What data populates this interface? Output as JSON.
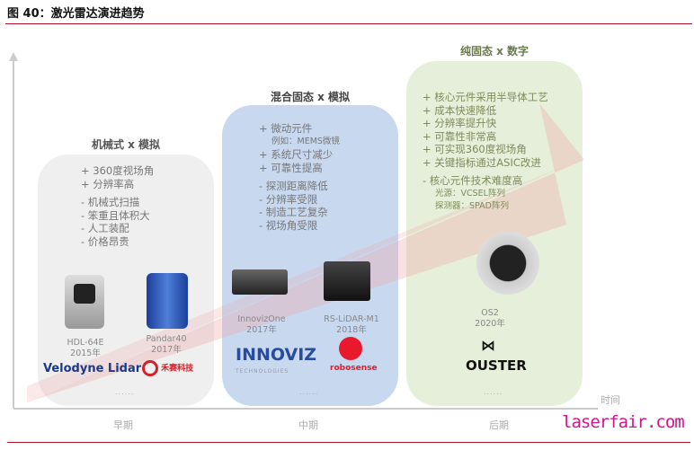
{
  "title": "图 40：激光雷达演进趋势",
  "stages": [
    {
      "heading": "机械式 x 模拟",
      "pros": [
        "+ 360度视场角",
        "+ 分辨率高"
      ],
      "cons": [
        "- 机械式扫描",
        "- 笨重且体积大",
        "- 人工装配",
        "- 价格昂贵"
      ],
      "products": [
        {
          "name": "HDL-64E",
          "year": "2015年"
        },
        {
          "name": "Pandar40",
          "year": "2017年"
        }
      ],
      "logos": [
        "Velodyne Lidar",
        "禾赛科技"
      ],
      "more": "......"
    },
    {
      "heading": "混合固态 x 模拟",
      "pros": [
        "+ 微动元件"
      ],
      "pros_note": "例如：MEMS微镜",
      "pros2": [
        "+ 系统尺寸减少",
        "+ 可靠性提高"
      ],
      "cons": [
        "- 探测距离降低",
        "- 分辨率受限",
        "- 制造工艺复杂",
        "- 视场角受限"
      ],
      "products": [
        {
          "name": "InnovizOne",
          "year": "2017年"
        },
        {
          "name": "RS-LiDAR-M1",
          "year": "2018年"
        }
      ],
      "logos": [
        "INNOVIZ",
        "TECHNOLOGIES",
        "robosense"
      ],
      "more": "......"
    },
    {
      "heading": "纯固态 x 数字",
      "pros": [
        "+ 核心元件采用半导体工艺",
        "+ 成本快速降低",
        "+ 分辨率提升快",
        "+ 可靠性非常高",
        "+ 可实现360度视场角",
        "+ 关键指标通过ASIC改进"
      ],
      "cons": [
        "- 核心元件技术难度高"
      ],
      "cons_notes": [
        "光源：VCSEL阵列",
        "探测器：SPAD阵列"
      ],
      "products": [
        {
          "name": "OS2",
          "year": "2020年"
        }
      ],
      "logos": [
        "OUSTER"
      ],
      "more": "......"
    }
  ],
  "axis": {
    "labels": [
      "早期",
      "中期",
      "后期",
      "时间"
    ]
  },
  "watermark": "laserfair.com",
  "colors": {
    "accent": "#b3112a",
    "panel1": "#efefef",
    "panel2": "#c7d8ef",
    "panel3": "#e6efd9",
    "arrow": "#f3c6c6"
  }
}
